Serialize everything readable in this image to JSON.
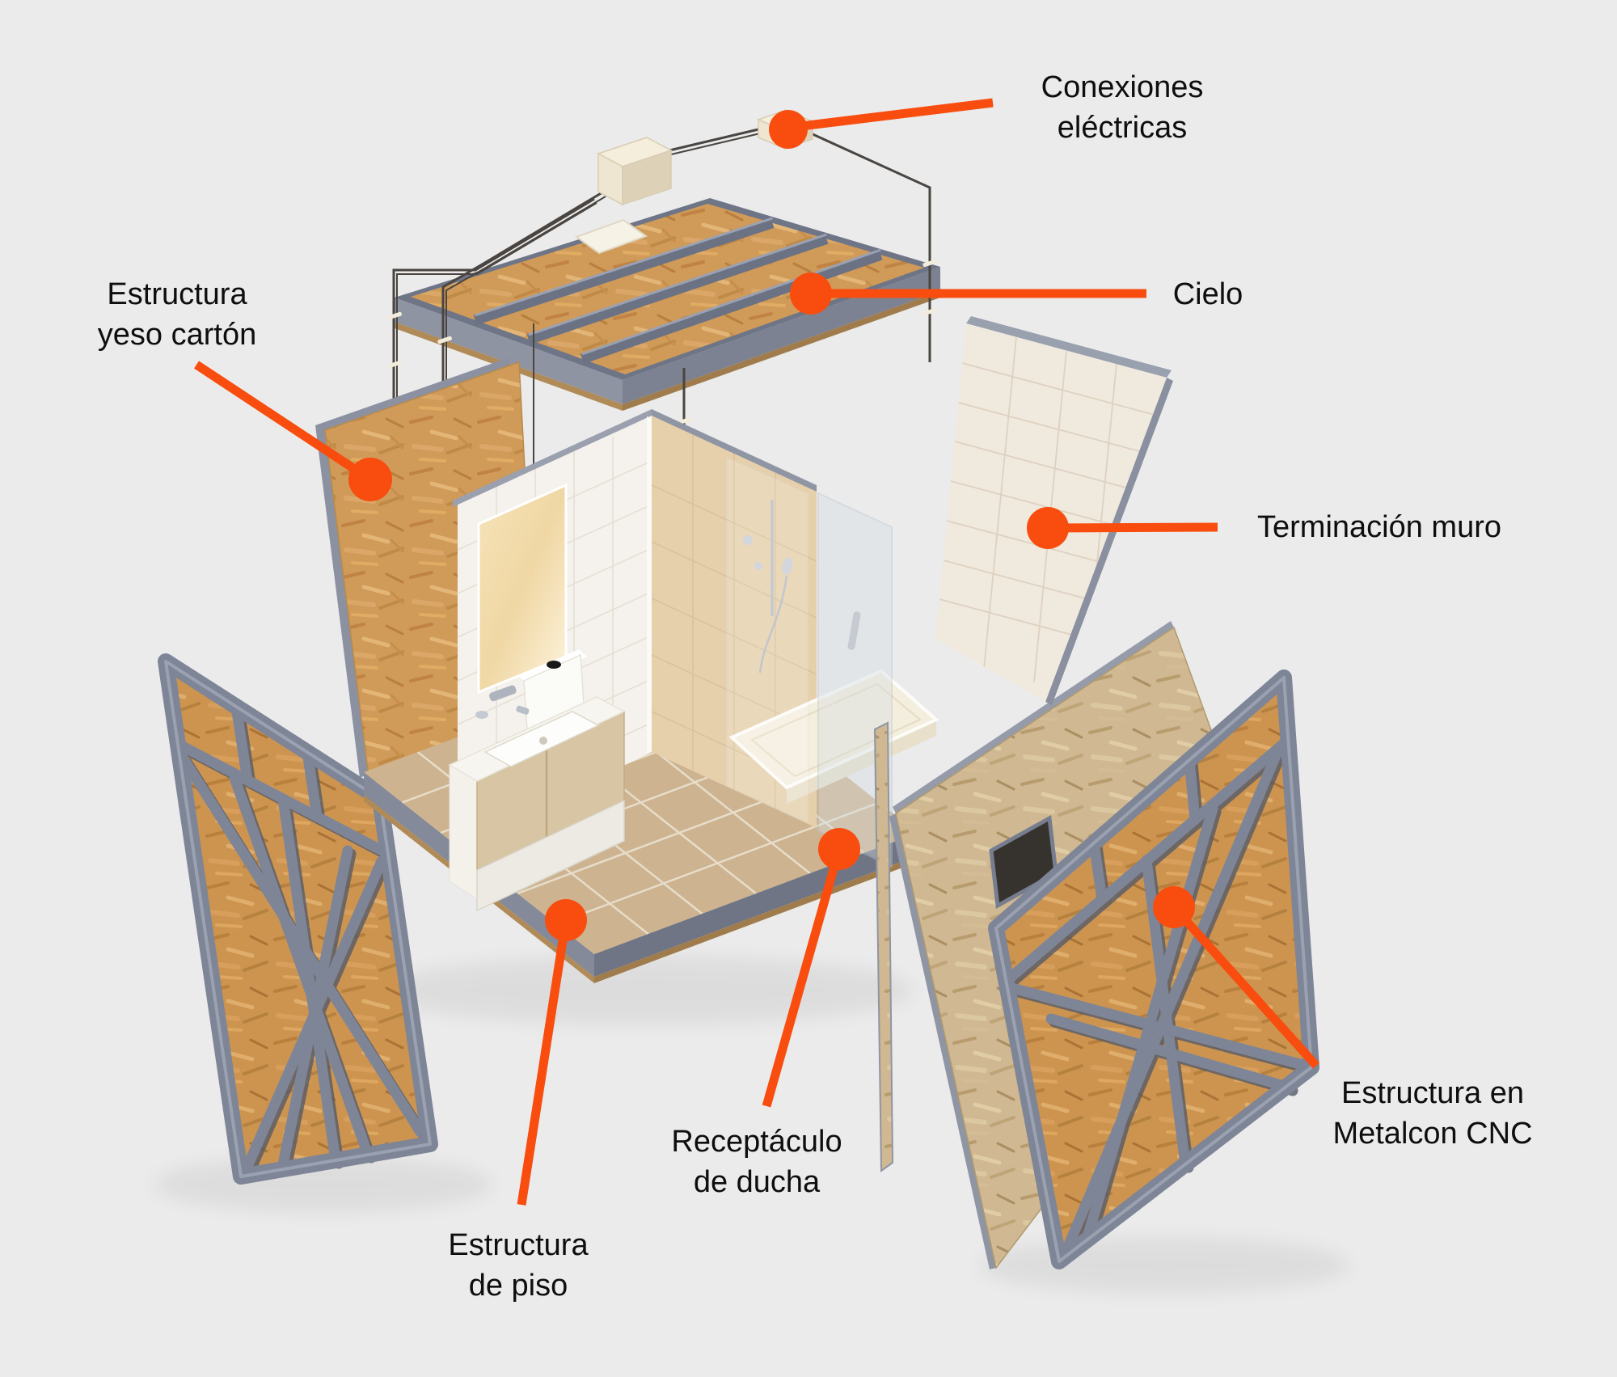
{
  "scene": {
    "type": "exploded-axonometric-diagram",
    "subject": "prefabricated modular bathroom components",
    "background_color": "#ebebec",
    "accent_color": "#f84d0f",
    "text_color": "#0e0e0e"
  },
  "materials": {
    "osb": "#d09a59",
    "osb_pale": "#cfb892",
    "steel": "#7e8597",
    "tile_cream": "#f0e9de",
    "tile_tan": "#e6d0ac",
    "tile_white": "#f5f2ed",
    "floor_tile": "#cdb38f",
    "shower_tray": "#f4eede",
    "wire": "#4a4540",
    "junction_box": "#f2ead9"
  },
  "callouts": [
    {
      "id": "conexiones",
      "target": "electrical-junction-box",
      "label_lines": [
        "Conexiones",
        "eléctricas"
      ]
    },
    {
      "id": "cielo",
      "target": "ceiling-panel",
      "label_lines": [
        "Cielo"
      ]
    },
    {
      "id": "yeso",
      "target": "osb-gypsum-wall-panel",
      "label_lines": [
        "Estructura",
        "yeso cartón"
      ]
    },
    {
      "id": "terminacion",
      "target": "tiled-wall-finish-panel",
      "label_lines": [
        "Terminación muro"
      ]
    },
    {
      "id": "metalcon",
      "target": "steel-frame-panel-right",
      "label_lines": [
        "Estructura en",
        "Metalcon CNC"
      ]
    },
    {
      "id": "receptaculo",
      "target": "shower-tray",
      "label_lines": [
        "Receptáculo",
        "de ducha"
      ]
    },
    {
      "id": "piso",
      "target": "floor-panel",
      "label_lines": [
        "Estructura",
        "de piso"
      ]
    }
  ]
}
